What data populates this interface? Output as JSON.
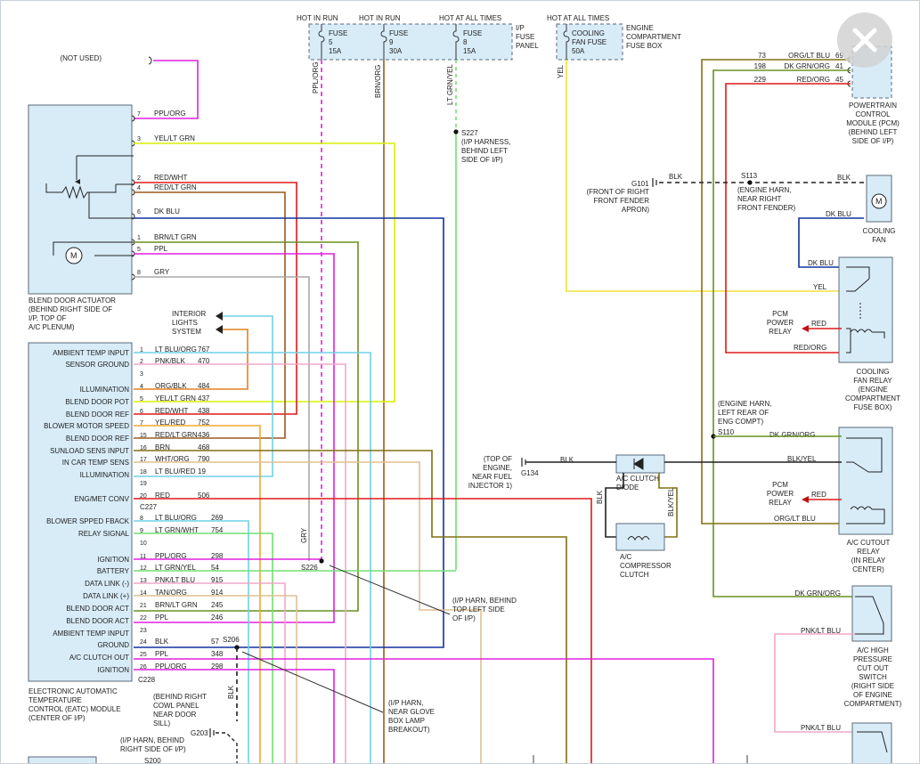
{
  "chart_data": {
    "type": "Diagram"
  },
  "close_button": {
    "icon": "close-icon"
  },
  "fuse_panel": {
    "hot_run_1": "HOT IN RUN",
    "hot_run_2": "HOT IN RUN",
    "hot_always_1": "HOT AT ALL TIMES",
    "hot_always_2": "HOT AT ALL TIMES",
    "fuse5": [
      "FUSE",
      "5",
      "15A"
    ],
    "fuse9": [
      "FUSE",
      "9",
      "30A"
    ],
    "fuse8": [
      "FUSE",
      "8",
      "15A"
    ],
    "ip_panel": [
      "I/P",
      "FUSE",
      "PANEL"
    ],
    "cooling_fuse": [
      "COOLING",
      "FAN FUSE",
      "50A"
    ],
    "engine_box": [
      "ENGINE",
      "COMPARTMENT",
      "FUSE BOX"
    ]
  },
  "vertical_wire_labels": {
    "ppl_org": "PPL/ORG",
    "brn_org": "BRN/ORG",
    "lt_grn_yel": "LT GRN/YEL",
    "yel": "YEL",
    "gry": "GRY",
    "blk": "BLK",
    "blk_yel": "BLK/YEL",
    "blk2": "BLK"
  },
  "not_used": "(NOT USED)",
  "blend_door": {
    "pins": [
      {
        "num": "7",
        "wire": "PPL/ORG"
      },
      {
        "num": "3",
        "wire": "YEL/LT GRN"
      },
      {
        "num": "2",
        "wire": "RED/WHT"
      },
      {
        "num": "4",
        "wire": "RED/LT GRN"
      },
      {
        "num": "6",
        "wire": "DK BLU"
      },
      {
        "num": "1",
        "wire": "BRN/LT GRN"
      },
      {
        "num": "5",
        "wire": "PPL"
      },
      {
        "num": "8",
        "wire": "GRY"
      }
    ],
    "label": [
      "BLEND DOOR ACTUATOR",
      "(BEHIND RIGHT SIDE OF",
      "I/P, TOP OF",
      "A/C PLENUM)"
    ],
    "motor": "M"
  },
  "interior_lights": [
    "INTERIOR",
    "LIGHTS",
    "SYSTEM"
  ],
  "eatc": {
    "label": [
      "ELECTRONIC AUTOMATIC",
      "TEMPERATURE",
      "CONTROL (EATC) MODULE",
      "(CENTER OF I/P)"
    ],
    "c227": "C227",
    "c228": "C228",
    "pins_upper": [
      {
        "func": "AMBIENT TEMP INPUT",
        "num": "1",
        "wire": "LT BLU/ORG",
        "circuit": "767"
      },
      {
        "func": "SENSOR GROUND",
        "num": "2",
        "wire": "PNK/BLK",
        "circuit": "470"
      },
      {
        "func": "",
        "num": "3",
        "wire": "",
        "circuit": ""
      },
      {
        "func": "ILLUMINATION",
        "num": "4",
        "wire": "ORG/BLK",
        "circuit": "484"
      },
      {
        "func": "BLEND DOOR POT",
        "num": "5",
        "wire": "YEL/LT GRN",
        "circuit": "437"
      },
      {
        "func": "BLEND DOOR REF",
        "num": "6",
        "wire": "RED/WHT",
        "circuit": "438"
      },
      {
        "func": "BLOWER MOTOR SPEED",
        "num": "7",
        "wire": "YEL/RED",
        "circuit": "752"
      },
      {
        "func": "BLEND DOOR REF",
        "num": "15",
        "wire": "RED/LT GRN",
        "circuit": "436"
      },
      {
        "func": "SUNLOAD SENS INPUT",
        "num": "16",
        "wire": "BRN",
        "circuit": "468"
      },
      {
        "func": "IN CAR TEMP SENS",
        "num": "17",
        "wire": "WHT/ORG",
        "circuit": "790"
      },
      {
        "func": "ILLUMINATION",
        "num": "18",
        "wire": "LT BLU/RED",
        "circuit": "19"
      },
      {
        "func": "",
        "num": "19",
        "wire": "",
        "circuit": ""
      },
      {
        "func": "ENG/MET CONV",
        "num": "20",
        "wire": "RED",
        "circuit": "506"
      }
    ],
    "pins_lower": [
      {
        "func": "BLOWER SPPED FBACK",
        "num": "8",
        "wire": "LT BLU/ORG",
        "circuit": "269"
      },
      {
        "func": "RELAY SIGNAL",
        "num": "9",
        "wire": "LT GRN/WHT",
        "circuit": "754"
      },
      {
        "func": "",
        "num": "10",
        "wire": "",
        "circuit": ""
      },
      {
        "func": "IGNITION",
        "num": "11",
        "wire": "PPL/ORG",
        "circuit": "298"
      },
      {
        "func": "BATTERY",
        "num": "12",
        "wire": "LT GRN/YEL",
        "circuit": "54"
      },
      {
        "func": "DATA LINK (-)",
        "num": "13",
        "wire": "PNK/LT BLU",
        "circuit": "915"
      },
      {
        "func": "DATA LINK (+)",
        "num": "14",
        "wire": "TAN/ORG",
        "circuit": "914"
      },
      {
        "func": "BLEND DOOR ACT",
        "num": "21",
        "wire": "BRN/LT GRN",
        "circuit": "245"
      },
      {
        "func": "BLEND DOOR ACT",
        "num": "22",
        "wire": "PPL",
        "circuit": "246"
      },
      {
        "func": "AMBIENT TEMP INPUT",
        "num": "23",
        "wire": "",
        "circuit": ""
      },
      {
        "func": "GROUND",
        "num": "24",
        "wire": "BLK",
        "circuit": "57"
      },
      {
        "func": "A/C CLUTCH OUT",
        "num": "25",
        "wire": "PPL",
        "circuit": "348"
      },
      {
        "func": "IGNITION",
        "num": "26",
        "wire": "PPL/ORG",
        "circuit": "298"
      }
    ]
  },
  "splices": {
    "s227": [
      "S227",
      "(I/P HARNESS,",
      "BEHIND LEFT",
      "SIDE OF I/P)"
    ],
    "s226": "S226",
    "s226_note": [
      "(I/P HARN, BEHIND",
      "TOP LEFT SIDE",
      "OF I/P)"
    ],
    "s206": "S206",
    "s206_note": [
      "(I/P HARN,",
      "NEAR GLOVE",
      "BOX LAMP",
      "BREAKOUT)"
    ],
    "g203": "G203",
    "g203_note": [
      "(BEHIND RIGHT",
      "COWL PANEL",
      "NEAR DOOR",
      "SILL)"
    ],
    "s200_note": [
      "(I/P HARN, BEHIND",
      "RIGHT SIDE OF I/P)"
    ],
    "s200": "S200",
    "g134": "G134",
    "g134_note": [
      "(TOP OF",
      "ENGINE,",
      "NEAR FUEL",
      "INJECTOR 1)"
    ],
    "g101": "G101",
    "g101_note": [
      "(FRONT OF RIGHT",
      "FRONT FENDER",
      "APRON)"
    ],
    "s113": "S113",
    "s113_note": [
      "(ENGINE HARN,",
      "NEAR RIGHT",
      "FRONT FENDER)"
    ],
    "s110": "S110",
    "s110_note": [
      "(ENGINE HARN,",
      "LEFT REAR OF",
      "ENG COMPT)"
    ]
  },
  "pcm": {
    "label": [
      "POWERTRAIN",
      "CONTROL",
      "MODULE (PCM)",
      "(BEHIND LEFT",
      "SIDE OF I/P)"
    ],
    "wires": [
      {
        "circuit_left": "73",
        "wire": "ORG/LT BLU",
        "pin": "69"
      },
      {
        "circuit_left": "198",
        "wire": "DK GRN/ORG",
        "pin": "41"
      },
      {
        "circuit_left": "229",
        "wire": "RED/ORG",
        "pin": "45"
      }
    ]
  },
  "cooling_fan": {
    "label": [
      "COOLING",
      "FAN"
    ],
    "motor": "M",
    "blk": "BLK",
    "dk_blu": "DK BLU"
  },
  "fan_relay": {
    "label": [
      "COOLING",
      "FAN RELAY",
      "(ENGINE",
      "COMPARTMENT",
      "FUSE BOX)"
    ],
    "dk_blu": "DK BLU",
    "yel": "YEL",
    "red": "RED",
    "red_org": "RED/ORG",
    "pcm_relay": [
      "PCM",
      "POWER",
      "RELAY"
    ]
  },
  "cutout_relay": {
    "label": [
      "A/C CUTOUT",
      "RELAY",
      "(IN RELAY",
      "CENTER)"
    ],
    "dk_grn_org": "DK GRN/ORG",
    "blk_yel": "BLK/YEL",
    "red": "RED",
    "org_lt_blu": "ORG/LT BLU",
    "pcm_relay": [
      "PCM",
      "POWER",
      "RELAY"
    ]
  },
  "clutch": {
    "diode": [
      "A/C CLUTCH",
      "DIODE"
    ],
    "label": [
      "A/C",
      "COMPRESSOR",
      "CLUTCH"
    ],
    "blk": "BLK"
  },
  "pressure_switch": {
    "label": [
      "A/C HIGH",
      "PRESSURE",
      "CUT OUT",
      "SWITCH",
      "(RIGHT SIDE",
      "OF ENGINE",
      "COMPARTMENT)"
    ],
    "dk_grn_org": "DK GRN/ORG",
    "pnk_lt_blu": "PNK/LT BLU",
    "pnk_lt_blu2": "PNK/LT BLU"
  },
  "colors": {
    "ppl": "#e020e0",
    "yel_grn": "#d8f000",
    "red": "#e01818",
    "brn": "#9a5a20",
    "dk_blu": "#1030a0",
    "brn_grn": "#6a9020",
    "gry": "#a8a8a8",
    "lt_blu": "#70d0e8",
    "pink": "#f0a8c8",
    "org": "#e08020",
    "yel": "#f0e040",
    "yel_org": "#f0a830",
    "tan": "#e0c090",
    "olive": "#807010",
    "lt_grn": "#70e070",
    "lt_grn_alt": "#60e060",
    "black": "#202020",
    "box_fill": "#d8ecf8",
    "box_stroke": "#5a6a7a"
  }
}
